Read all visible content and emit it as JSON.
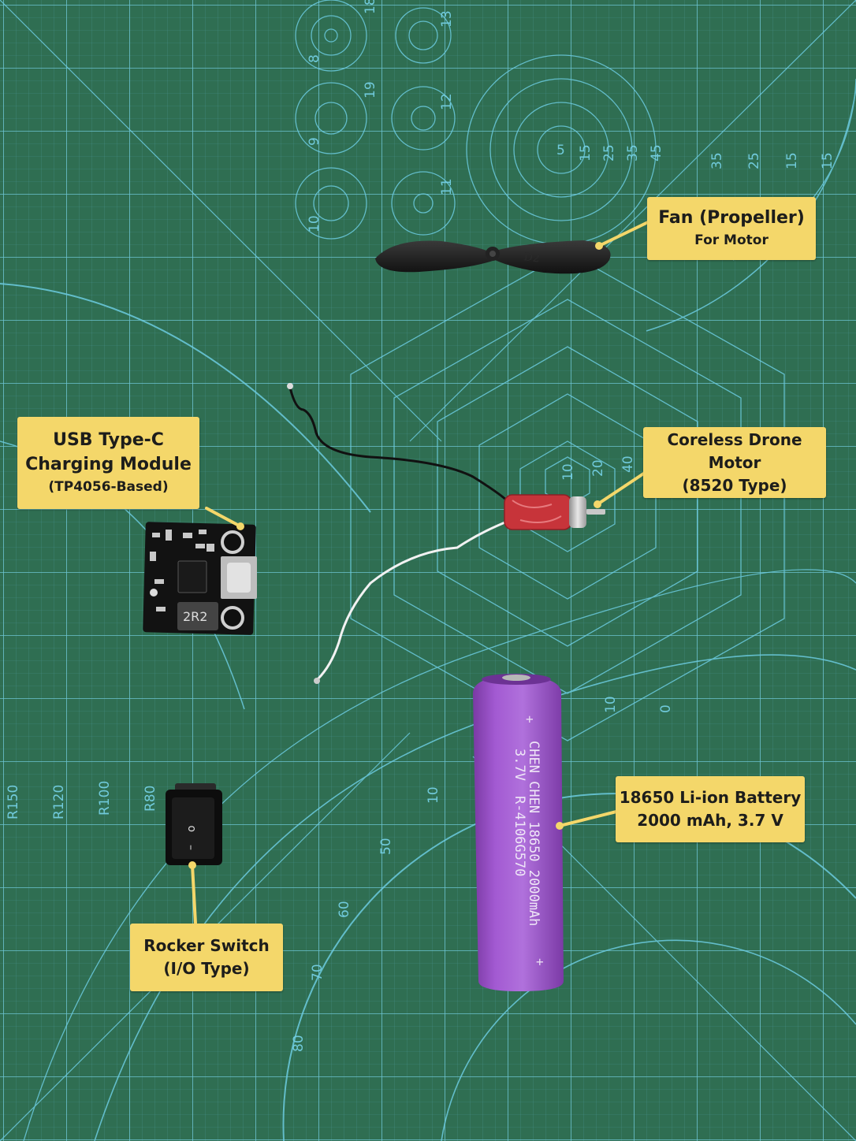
{
  "labels": {
    "fan": {
      "title": "Fan (Propeller)",
      "subtitle": "For Motor"
    },
    "usb": {
      "line1": "USB Type-C",
      "line2": "Charging Module",
      "line3": "(TP4056-Based)"
    },
    "motor": {
      "line1": "Coreless Drone Motor",
      "line2": "(8520 Type)"
    },
    "battery": {
      "line1": "18650 Li-ion Battery",
      "line2": "2000 mAh, 3.7 V"
    },
    "switch": {
      "line1": "Rocker Switch",
      "line2": "(I/O Type)"
    }
  },
  "markings": {
    "inductor": "2R2",
    "battery_brand": "CHEN CHEN 18650 2000mAh",
    "battery_voltage": "3.7V",
    "battery_code": "R-4106G570",
    "battery_plus": "+",
    "switch_on": "–",
    "switch_off": "o",
    "propeller_code": "D2"
  },
  "mat_numbers": {
    "radii": [
      "R150",
      "R120",
      "R100",
      "R80"
    ],
    "small_circles": [
      "8",
      "9",
      "10",
      "11",
      "12",
      "13",
      "18",
      "19"
    ],
    "big_circle": [
      "5",
      "15",
      "25",
      "35",
      "45"
    ],
    "right_edge": [
      "35",
      "25",
      "15",
      "15"
    ],
    "hexagon": [
      "10",
      "20",
      "40"
    ],
    "arc": [
      "10",
      "0",
      "10",
      "50",
      "60",
      "70",
      "80"
    ]
  },
  "colors": {
    "mat": "#2f6e52",
    "grid": "#66c6dc",
    "label_bg": "#f4d76a",
    "label_text": "#1d1d1b",
    "battery": "#9b4fc8"
  }
}
